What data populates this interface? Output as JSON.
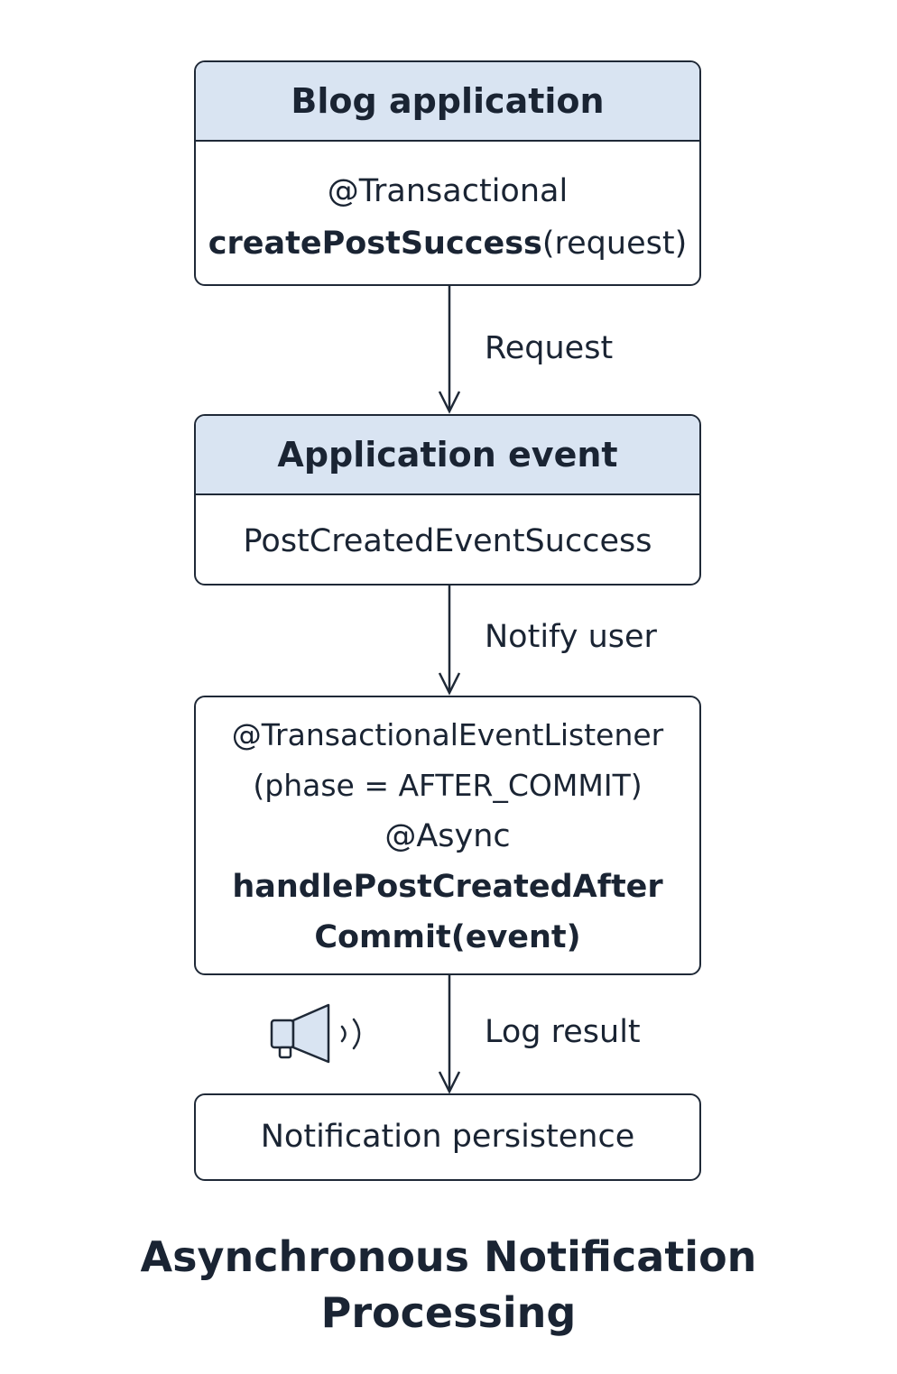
{
  "boxes": {
    "blog_app": {
      "header": "Blog application",
      "line1": "@Transactional",
      "line2_bold": "createPostSuccess",
      "line2_rest": "(request)"
    },
    "app_event": {
      "header": "Application event",
      "body": "PostCreatedEventSuccess"
    },
    "listener": {
      "line1": "@TransactionalEventListener",
      "line2": "(phase = AFTER_COMMIT)",
      "line3": "@Async",
      "line4": "handlePostCreatedAfter",
      "line5": "Commit(event)"
    },
    "persistence": {
      "body": "Notification persistence"
    }
  },
  "arrows": {
    "request": "Request",
    "notify": "Notify user",
    "log": "Log result"
  },
  "icons": {
    "megaphone": "megaphone-icon"
  },
  "colors": {
    "header_fill": "#d9e4f2",
    "stroke": "#1f2937",
    "text": "#1a2433"
  },
  "title": {
    "line1": "Asynchronous Notification",
    "line2": "Processing"
  }
}
